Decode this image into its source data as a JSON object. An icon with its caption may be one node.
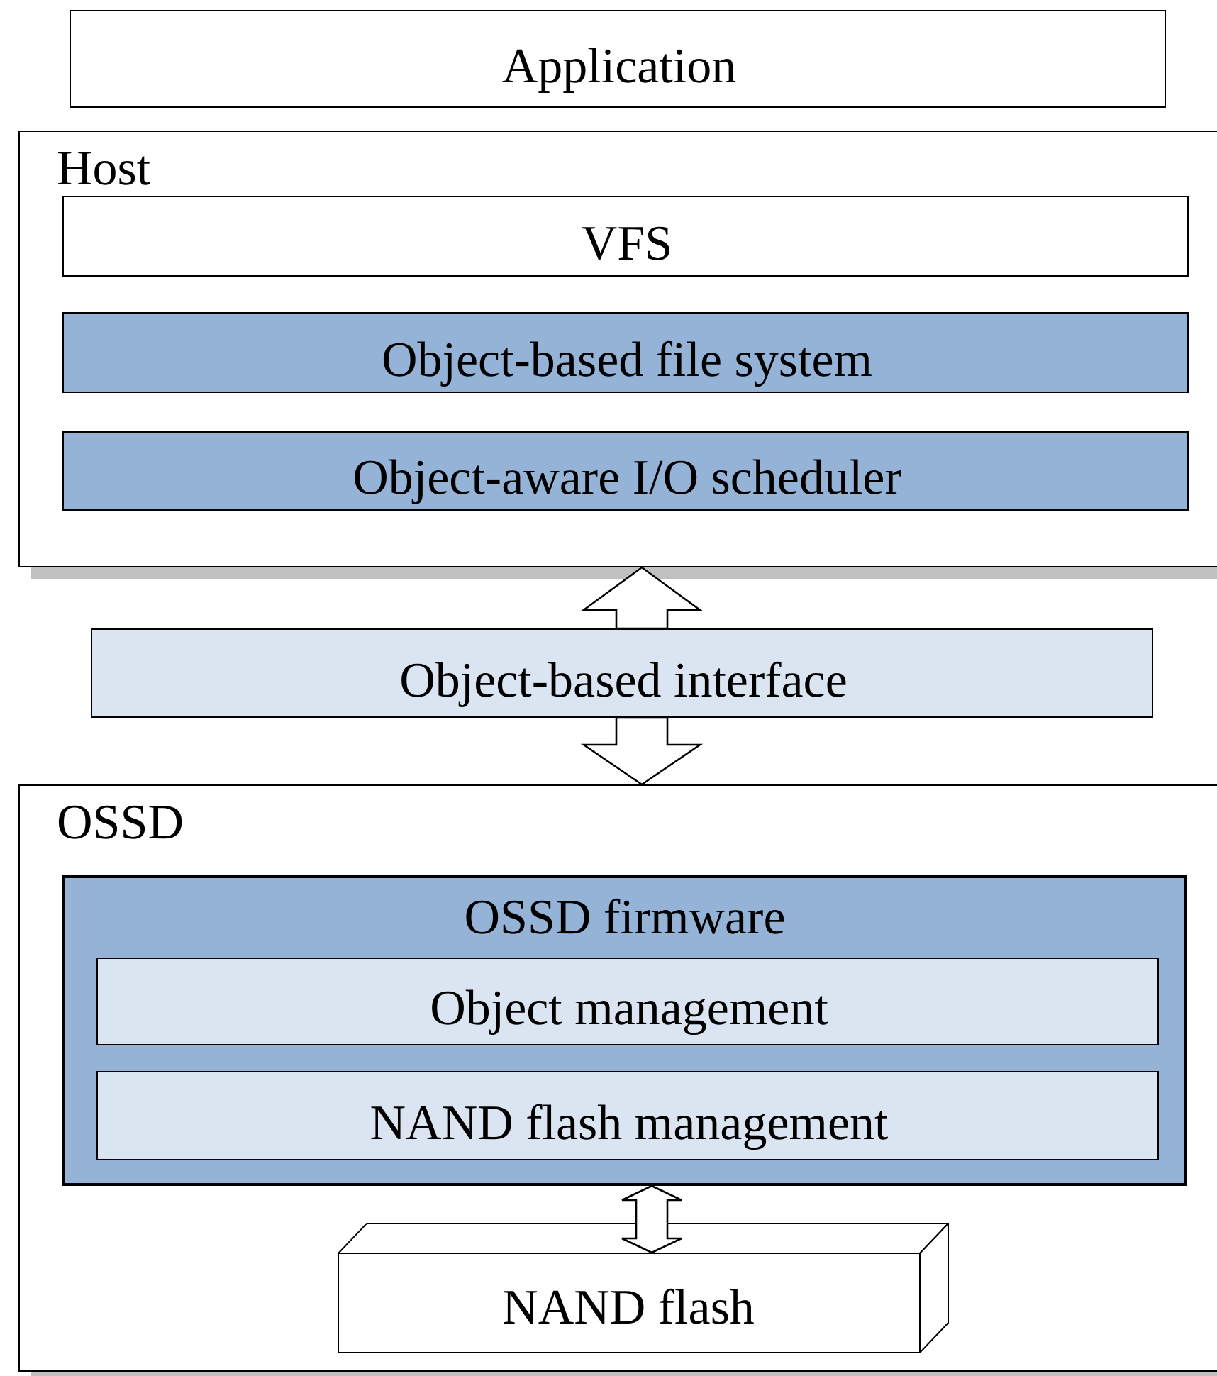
{
  "diagram": {
    "nodes": [
      {
        "text": [
          "Application"
        ]
      },
      {
        "text": [
          "Host"
        ]
      },
      {
        "text": [
          "VFS"
        ],
        "in": 1
      },
      {
        "text": [
          "Object-based file system"
        ],
        "in": 1
      },
      {
        "text": [
          "Object-aware I/O scheduler"
        ],
        "in": 1
      },
      {
        "text": [
          "Object-based interface"
        ]
      },
      {
        "text": [
          "OSSD"
        ]
      },
      {
        "text": [
          "OSSD firmware"
        ],
        "in": 6
      },
      {
        "text": [
          "Object management"
        ],
        "in": 7
      },
      {
        "text": [
          "NAND flash management"
        ],
        "in": 7
      },
      {
        "text": [
          "NAND flash"
        ],
        "in": 6
      }
    ],
    "edges": [
      {
        "from": 5,
        "to": 1,
        "arrow": "to"
      },
      {
        "from": 5,
        "to": 6,
        "arrow": "to"
      },
      {
        "from": 7,
        "to": 10,
        "arrow": "both"
      }
    ]
  }
}
